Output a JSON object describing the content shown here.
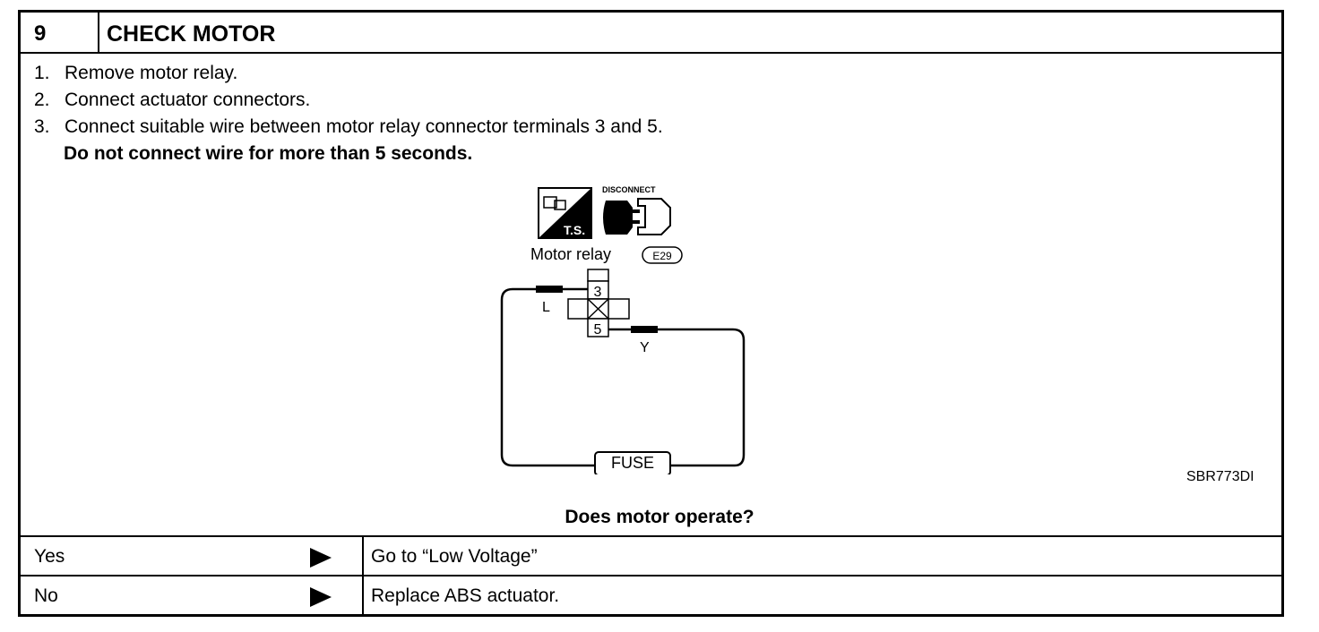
{
  "header": {
    "step_number": "9",
    "title": "CHECK MOTOR"
  },
  "steps": [
    {
      "num": "1.",
      "text": "Remove motor relay."
    },
    {
      "num": "2.",
      "text": "Connect actuator connectors."
    },
    {
      "num": "3.",
      "text": "Connect suitable wire between motor relay connector terminals 3 and 5."
    }
  ],
  "warning": "Do not connect wire for more than 5 seconds.",
  "diagram": {
    "ts_label": "T.S.",
    "disconnect_label": "DISCONNECT",
    "relay_label": "Motor  relay",
    "connector_code": "E29",
    "terminal_top": "3",
    "terminal_bottom": "5",
    "wire_left": "L",
    "wire_right": "Y",
    "fuse_label": "FUSE",
    "figure_code": "SBR773DI"
  },
  "question": "Does motor operate?",
  "results": [
    {
      "answer": "Yes",
      "action": "Go to “Low Voltage”"
    },
    {
      "answer": "No",
      "action": "Replace ABS actuator."
    }
  ]
}
